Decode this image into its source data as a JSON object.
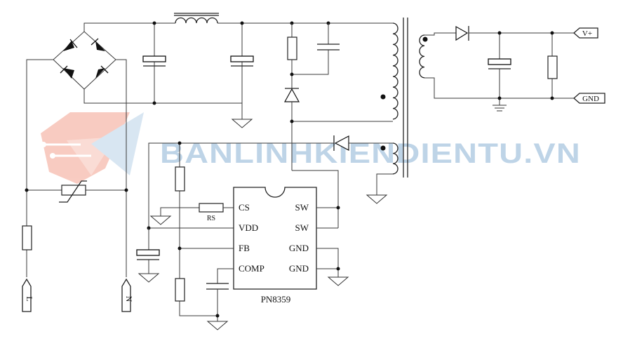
{
  "watermark": {
    "text": "BANLINHKIENDIENTU.VN"
  },
  "ic": {
    "name": "PN8359",
    "left_pins": [
      "CS",
      "VDD",
      "FB",
      "COMP"
    ],
    "right_pins": [
      "SW",
      "SW",
      "GND",
      "GND"
    ]
  },
  "labels": {
    "rs": "RS",
    "v_plus": "V+",
    "gnd": "GND",
    "line": "L",
    "neutral": "N"
  }
}
